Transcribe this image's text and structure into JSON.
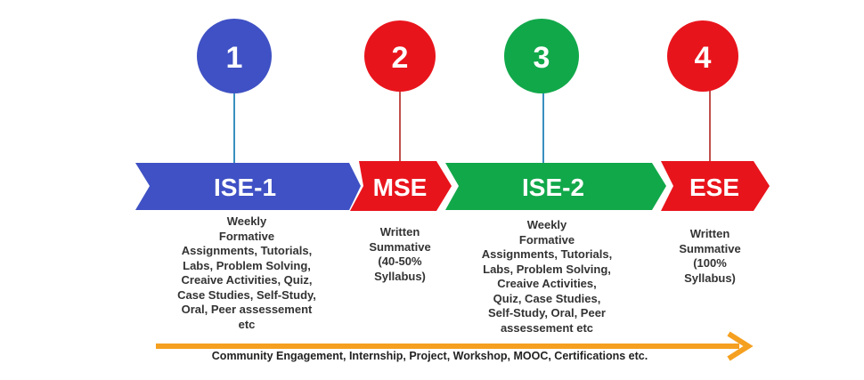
{
  "stages": [
    {
      "number": "1",
      "label": "ISE-1",
      "color": "#3f51c4",
      "description": "Weekly\nFormative\nAssignments, Tutorials,\nLabs, Problem Solving,\nCreaive Activities, Quiz,\nCase Studies, Self-Study,\nOral, Peer assessement\netc"
    },
    {
      "number": "2",
      "label": "MSE",
      "color": "#e8141c",
      "description": "Written\nSummative\n(40-50%\nSyllabus)"
    },
    {
      "number": "3",
      "label": "ISE-2",
      "color": "#11a84a",
      "description": "Weekly\nFormative\nAssignments, Tutorials,\nLabs, Problem Solving,\nCreaive Activities,\nQuiz, Case Studies,\nSelf-Study, Oral, Peer\nassessement etc"
    },
    {
      "number": "4",
      "label": "ESE",
      "color": "#e8141c",
      "description": "Written\nSummative\n(100%\nSyllabus)"
    }
  ],
  "footer": {
    "text": "Community Engagement, Internship, Project, Workshop, MOOC, Certifications etc.",
    "arrow_color": "#f5a020"
  }
}
